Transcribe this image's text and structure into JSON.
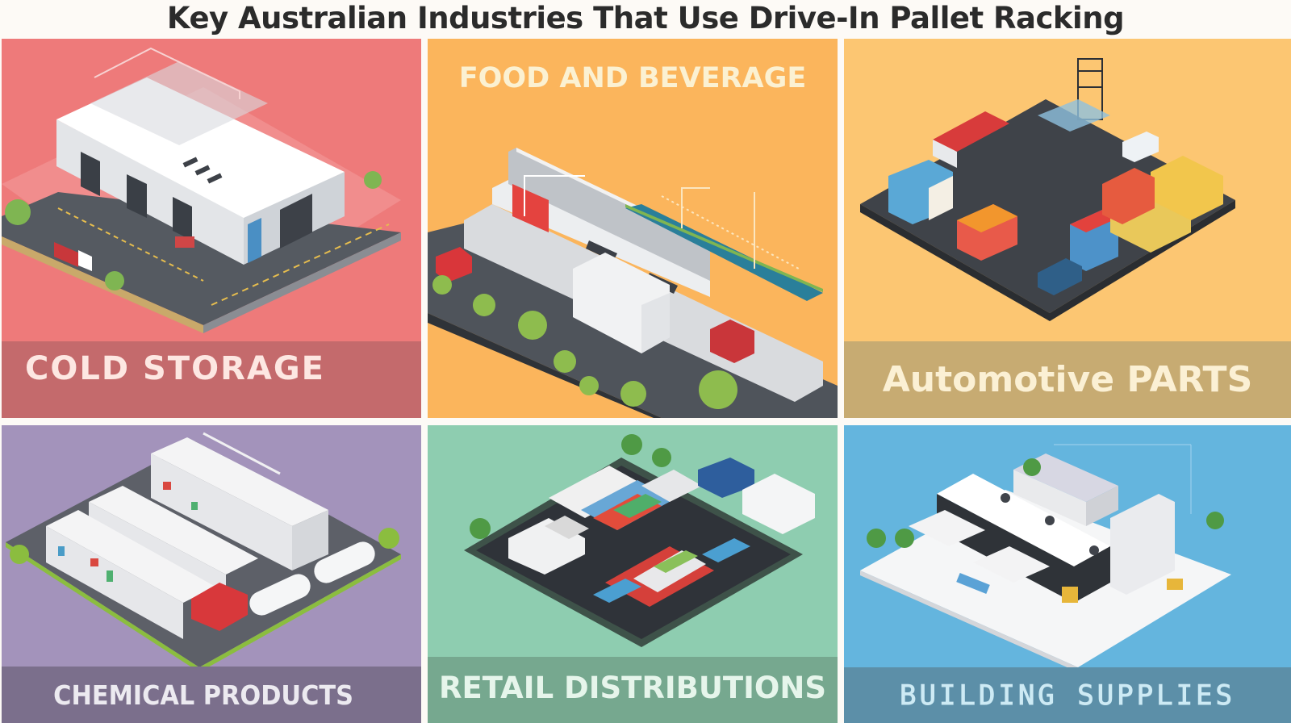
{
  "title": "Key Australian Industries That Use Drive-In Pallet Racking",
  "panels": [
    {
      "id": "cold",
      "label": "COLD STORAGE",
      "bg": "#ee7a7a",
      "bar": "#c46a6c",
      "illustration": "isometric-cold-storage-warehouse"
    },
    {
      "id": "food",
      "label": "FOOD AND BEVERAGE",
      "bg": "#fbb55c",
      "bar": null,
      "illustration": "isometric-food-distribution-facility"
    },
    {
      "id": "auto",
      "label": "Automotive PARTS",
      "bg": "#fcc672",
      "bar": "#c7ab72",
      "illustration": "isometric-automotive-parts-yard"
    },
    {
      "id": "chem",
      "label": "CHEMICAL PRODUCTS",
      "bg": "#a393bb",
      "bar": "#7b6f8c",
      "illustration": "isometric-chemical-warehouse-with-tanks"
    },
    {
      "id": "retail",
      "label": "RETAIL DISTRIBUTIONS",
      "bg": "#8ecdb0",
      "bar": "#76a88f",
      "illustration": "isometric-retail-distribution-lot"
    },
    {
      "id": "build",
      "label": "BUILDING SUPPLIES",
      "bg": "#64b5de",
      "bar": "#5c8fa8",
      "illustration": "isometric-building-supplies-warehouse"
    }
  ]
}
